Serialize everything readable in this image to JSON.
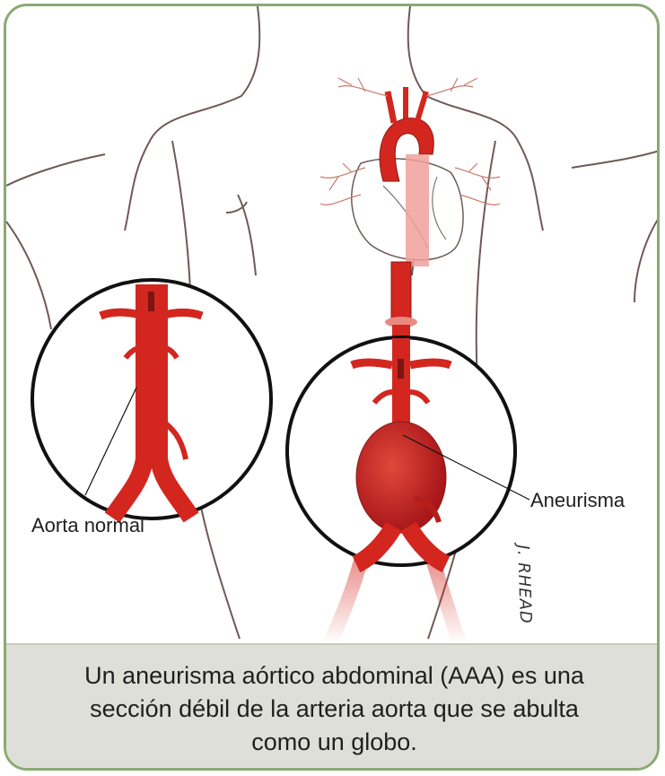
{
  "labels": {
    "normal": "Aorta normal",
    "aneurysm": "Aneurisma"
  },
  "signature": "J. RHEAD",
  "caption": "Un aneurisma aórtico abdominal (AAA) es una sección débil de la arteria aorta que se abulta como un globo.",
  "colors": {
    "border": "#8aaa74",
    "artery": "#d3261f",
    "caption_bg": "#dedfd8",
    "outline": "#6e5a55"
  }
}
